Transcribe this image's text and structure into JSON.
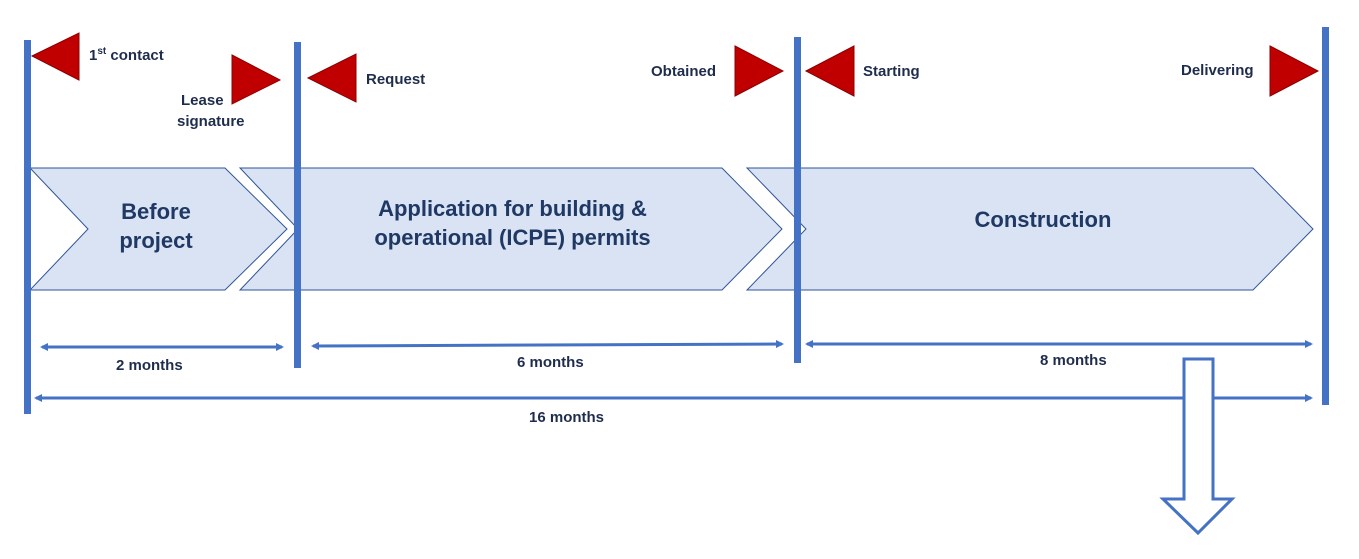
{
  "flags": {
    "first_contact": {
      "ordinal": "1",
      "sup": "st",
      "text": " contact"
    },
    "lease_signature": {
      "line1": "Lease",
      "line2": "signature"
    },
    "request": "Request",
    "obtained": "Obtained",
    "starting": "Starting",
    "delivering": "Delivering"
  },
  "phases": {
    "before": {
      "line1": "Before",
      "line2": "project"
    },
    "application": {
      "line1": "Application for building &",
      "line2": "operational (ICPE) permits"
    },
    "construction": "Construction"
  },
  "durations": {
    "before": "2 months",
    "application": "6 months",
    "construction": "8 months",
    "total": "16 months"
  },
  "colors": {
    "milestone_line": "#4472c4",
    "flag": "#c00000",
    "phase_fill": "#dae3f3",
    "phase_border": "#2f5597",
    "text": "#1f2d4d"
  }
}
